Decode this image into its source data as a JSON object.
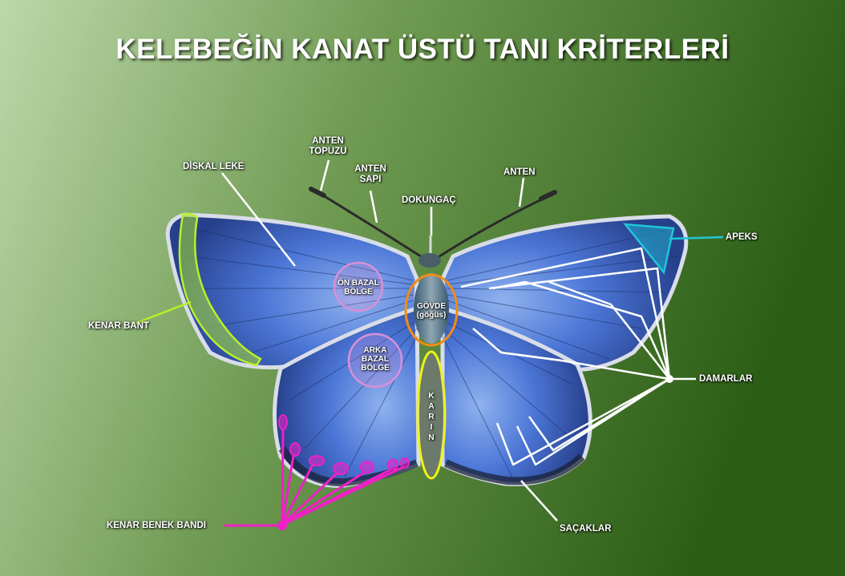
{
  "title": "KELEBEĞİN KANAT ÜSTÜ TANI KRİTERLERİ",
  "labels": {
    "anten_topuzu_1": "ANTEN",
    "anten_topuzu_2": "TOPUZU",
    "anten_sapi_1": "ANTEN",
    "anten_sapi_2": "SAPI",
    "diskal_leke": "DİSKAL LEKE",
    "dokungac": "DOKUNGAÇ",
    "anten": "ANTEN",
    "apeks": "APEKS",
    "on_bazal_1": "ÖN BAZAL",
    "on_bazal_2": "BÖLGE",
    "govde_1": "GÖVDE",
    "govde_2": "(göğüs)",
    "kenar_bant": "KENAR BANT",
    "arka_bazal_1": "ARKA",
    "arka_bazal_2": "BAZAL",
    "arka_bazal_3": "BÖLGE",
    "karin": "K\nA\nR\nI\nN",
    "damarlar": "DAMARLAR",
    "kenar_benek_bandi": "KENAR BENEK BANDI",
    "sacaklar": "SAÇAKLAR"
  },
  "colors": {
    "background_light": "#b7d4a4",
    "background_dark": "#2f6318",
    "wing_blue": "#4a78d8",
    "wing_edge": "#1f2a4a",
    "kenar_bant": "#b8f028",
    "apeks": "#1ec6d8",
    "gövde": "#f08c14",
    "karin": "#f0f020",
    "bazal": "#d890d8",
    "kenar_benek": "#f020c8",
    "leader": "#ffffff"
  }
}
